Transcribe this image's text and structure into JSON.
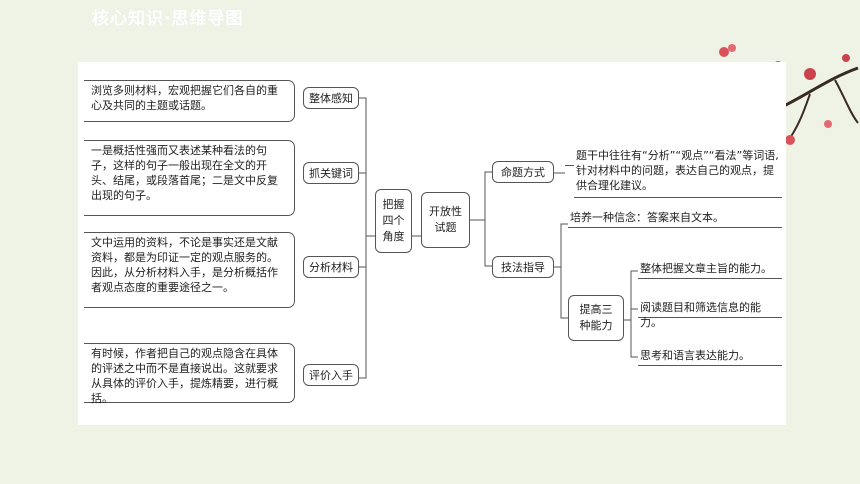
{
  "page": {
    "title": "核心知识·思维导图"
  },
  "diagram": {
    "root": "开放性试题",
    "left_hub": "把握四个角度",
    "angles": [
      {
        "label": "整体感知",
        "desc": "浏览多则材料，宏观把握它们各自的重心及共同的主题或话题。"
      },
      {
        "label": "抓关键词",
        "desc": "一是概括性强而又表述某种看法的句子，这样的句子一般出现在全文的开头、结尾，或段落首尾；二是文中反复出现的句子。"
      },
      {
        "label": "分析材料",
        "desc": "文中运用的资料，不论是事实还是文献资料，都是为印证一定的观点服务的。因此，从分析材料入手，是分析概括作者观点态度的重要途径之一。"
      },
      {
        "label": "评价入手",
        "desc": "有时候，作者把自己的观点隐含在具体的评述之中而不是直接说出。这就要求从具体的评价入手，提炼精要，进行概括。"
      }
    ],
    "right": {
      "mingti": {
        "label": "命题方式",
        "desc": "题干中往往有“分析”“观点”“看法”等词语,针对材料中的问题，表达自己的观点，提供合理化建议。"
      },
      "jifa": {
        "label": "技法指导",
        "belief": "培养一种信念：答案来自文本。",
        "ability_label": "提高三种能力",
        "abilities": [
          "整体把握文章主旨的能力。",
          "阅读题目和筛选信息的能力。",
          "思考和语言表达能力。"
        ]
      }
    }
  },
  "colors": {
    "background": "#eef3e6",
    "canvas": "#ffffff",
    "line": "#555555",
    "blossom": "#d8525a",
    "branch": "#3a2a24"
  }
}
